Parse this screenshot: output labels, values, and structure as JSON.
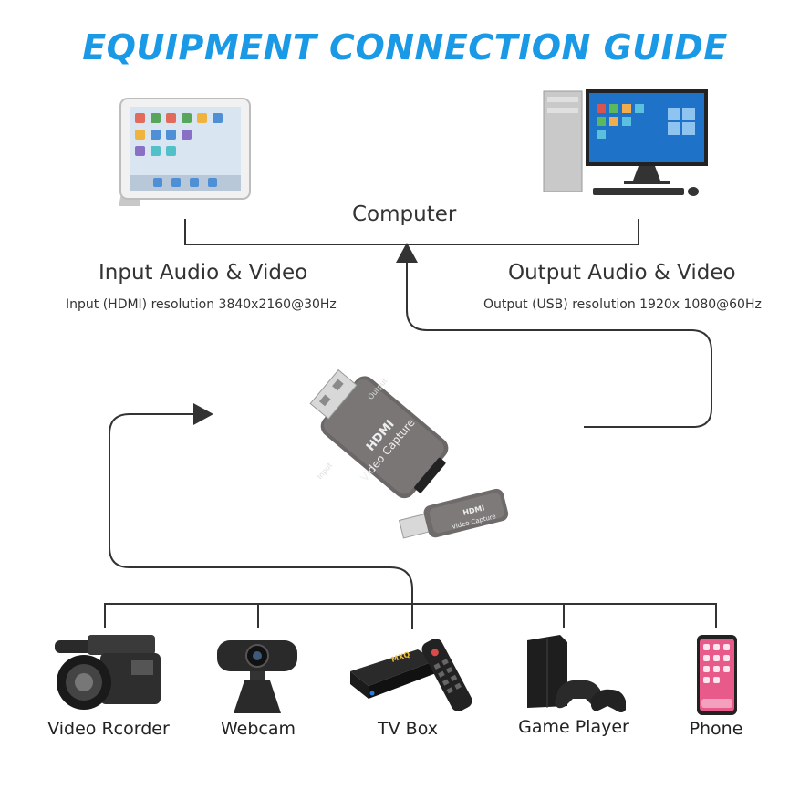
{
  "title": "EQUIPMENT CONNECTION GUIDE",
  "computer": {
    "label": "Computer"
  },
  "input": {
    "heading": "Input Audio & Video",
    "detail": "Input (HDMI) resolution 3840x2160@30Hz"
  },
  "output": {
    "heading": "Output Audio & Video",
    "detail": "Output (USB) resolution 1920x 1080@60Hz"
  },
  "capture_card": {
    "brand": "HDMI",
    "name": "Video Capture",
    "port_output": "Output",
    "port_input": "Input"
  },
  "tv_box_brand": "MXQ",
  "devices": [
    {
      "label": "Video Rcorder",
      "icon": "video-recorder-icon"
    },
    {
      "label": "Webcam",
      "icon": "webcam-icon"
    },
    {
      "label": "TV Box",
      "icon": "tv-box-icon"
    },
    {
      "label": "Game Player",
      "icon": "game-console-icon"
    },
    {
      "label": "Phone",
      "icon": "phone-icon"
    }
  ],
  "colors": {
    "title": "#1a9ae6",
    "lines": "#333333"
  }
}
